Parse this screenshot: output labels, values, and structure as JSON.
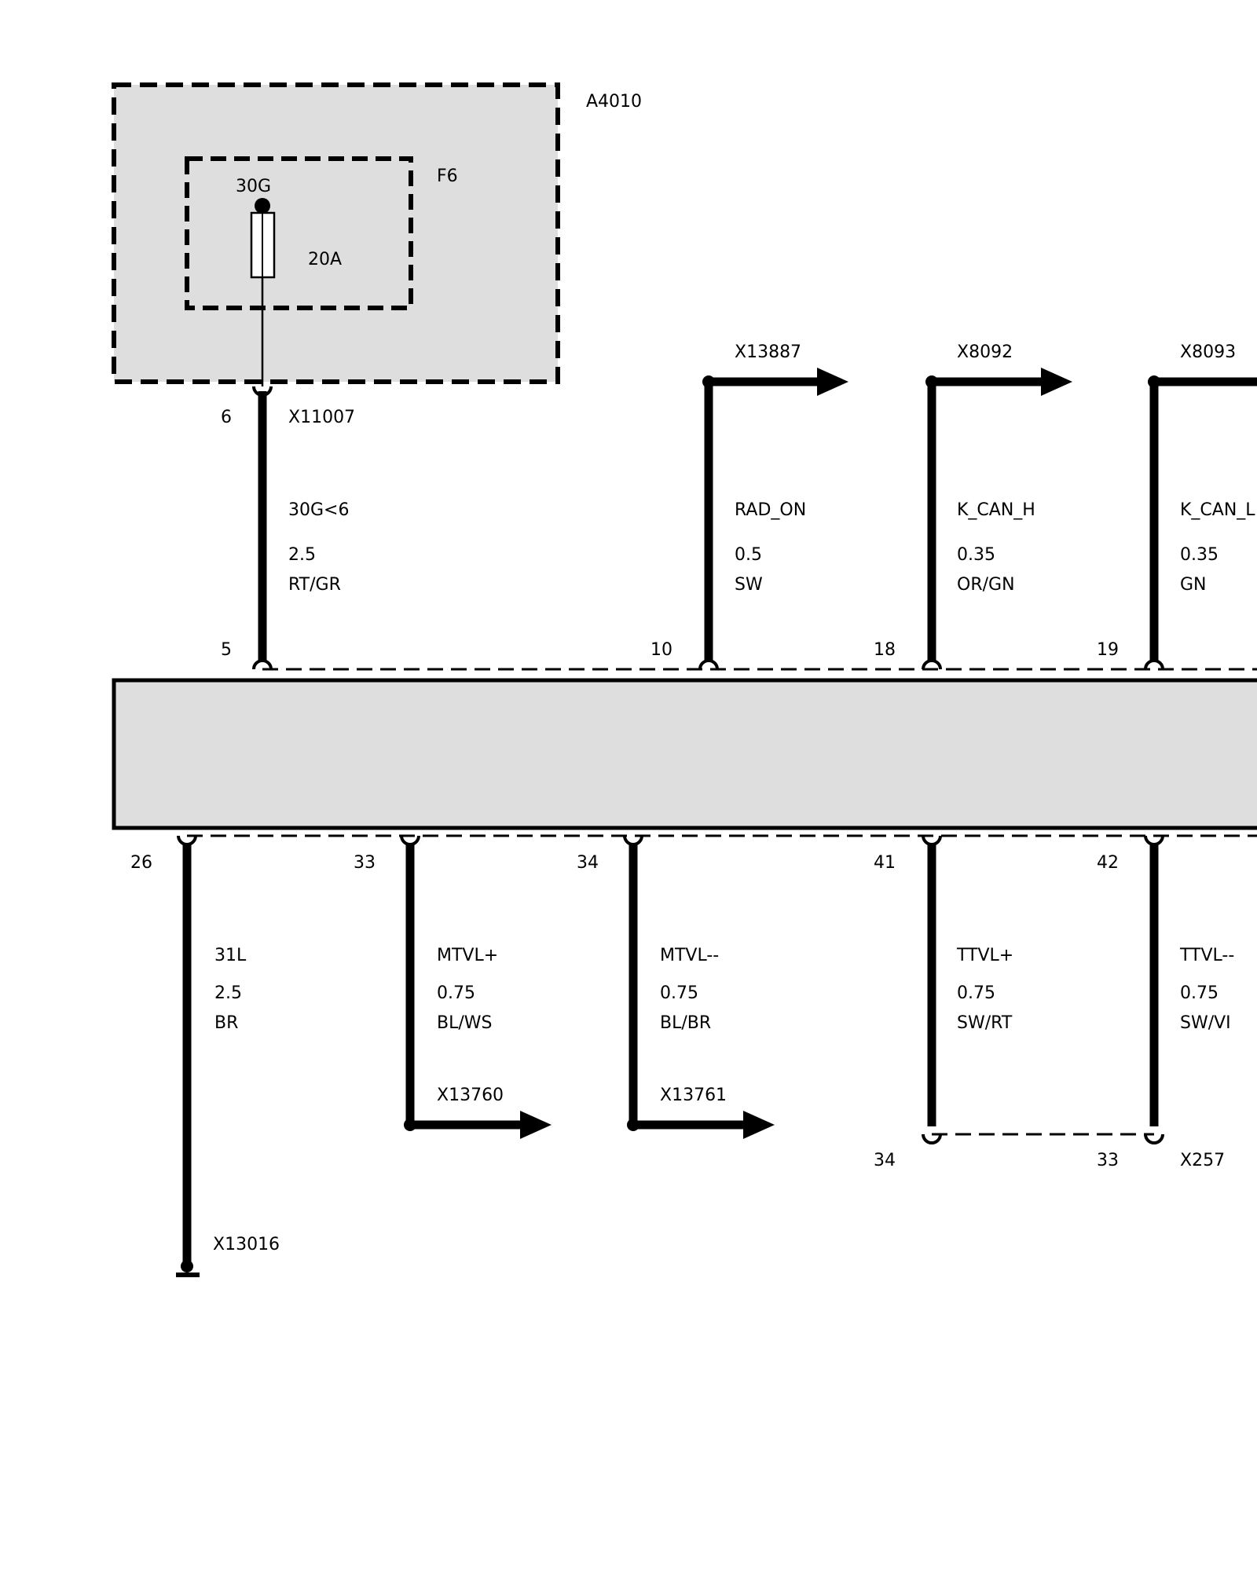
{
  "fuse_box": {
    "label": "A4010",
    "fuse_label": "F6",
    "terminal": "30G",
    "rating": "20A"
  },
  "connectors_top": {
    "upper_pin": "6",
    "upper_connector": "X11007"
  },
  "wires_top": [
    {
      "pin": "5",
      "signal": "30G<6",
      "gauge": "2.5",
      "color": "RT/GR",
      "destination": ""
    },
    {
      "pin": "10",
      "signal": "RAD_ON",
      "gauge": "0.5",
      "color": "SW",
      "destination": "X13887"
    },
    {
      "pin": "18",
      "signal": "K_CAN_H",
      "gauge": "0.35",
      "color": "OR/GN",
      "destination": "X8092"
    },
    {
      "pin": "19",
      "signal": "K_CAN_L",
      "gauge": "0.35",
      "color": "GN",
      "destination": "X8093"
    }
  ],
  "wires_bottom": [
    {
      "pin": "26",
      "signal": "31L",
      "gauge": "2.5",
      "color": "BR",
      "destination": "X13016"
    },
    {
      "pin": "33",
      "signal": "MTVL+",
      "gauge": "0.75",
      "color": "BL/WS",
      "destination": "X13760"
    },
    {
      "pin": "34",
      "signal": "MTVL--",
      "gauge": "0.75",
      "color": "BL/BR",
      "destination": "X13761"
    },
    {
      "pin": "41",
      "signal": "TTVL+",
      "gauge": "0.75",
      "color": "SW/RT",
      "destination": ""
    },
    {
      "pin": "42",
      "signal": "TTVL--",
      "gauge": "0.75",
      "color": "SW/VI",
      "destination": ""
    }
  ],
  "connector_x257": {
    "label": "X257",
    "pin_left": "34",
    "pin_right": "33"
  }
}
